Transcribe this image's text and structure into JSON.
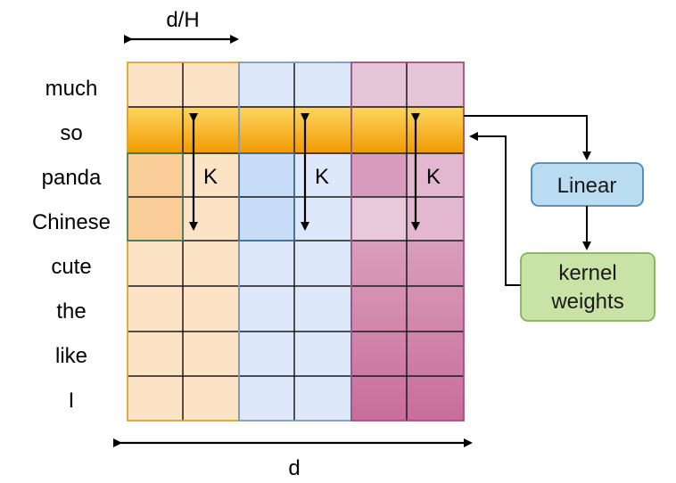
{
  "rows": [
    "much",
    "so",
    "panda",
    "Chinese",
    "cute",
    "the",
    "like",
    "I"
  ],
  "width_label": "d/H",
  "total_label": "d",
  "kernel_label": "K",
  "linear_label": "Linear",
  "weights_label_1": "kernel",
  "weights_label_2": "weights",
  "colors": {
    "orange_light": "#fce3c6",
    "orange_mid": "#f9cc98",
    "orange_highlight_top": "#fdd560",
    "orange_highlight_bottom": "#f29a00",
    "orange_border": "#d6a531",
    "blue_light": "#dde9fb",
    "blue_mid": "#c6dcf8",
    "blue_border": "#7a99c8",
    "pink_light": "#e6c8da",
    "pink_dark": "#c9719e",
    "pink_border": "#a0507d",
    "linear_fill": "#b9dcf0",
    "linear_border": "#4a87b5",
    "weights_fill": "#c9e3a6",
    "weights_border": "#7fb35b"
  }
}
